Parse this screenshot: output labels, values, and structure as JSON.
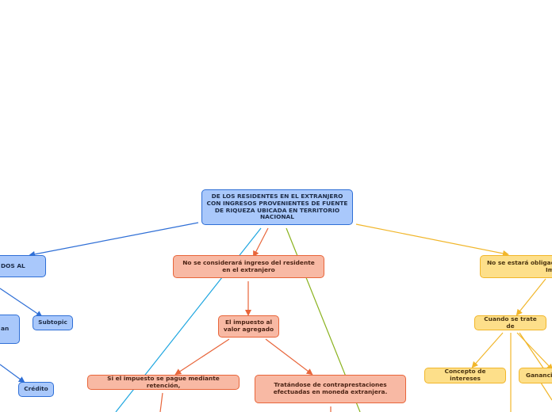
{
  "root": "DE LOS RESIDENTES EN EL EXTRANJERO CON INGRESOS PROVENIENTES DE FUENTE DE RIQUEZA UBICADA EN TERRITORIO NACIONAL",
  "left_branch": {
    "top_node": "DOS AL",
    "partial_node": "an",
    "subtopic": "Subtopic",
    "credito": "Crédito"
  },
  "middle_branch": {
    "top_node": "No se considerará ingreso del residente en el extranjero",
    "iva_node": "El impuesto al valor agregado",
    "retencion_node": "Si el impuesto se pague mediante retención,",
    "moneda_node": "Tratándose de contraprestaciones efectuadas en moneda extranjera."
  },
  "right_branch": {
    "top_node": "No se estará obligado ... Imp",
    "top_node_line1": "No se estará obligado",
    "top_node_line2": "Imp",
    "cuando_node": "Cuando se trate de",
    "intereses_node": "Concepto de intereses",
    "ganancia_node": "Gananci"
  },
  "colors": {
    "blue": "#2f6fd6",
    "salmon": "#e8653a",
    "green": "#8ab21e",
    "cyan": "#1ea6e0",
    "orange": "#f1b62a"
  }
}
